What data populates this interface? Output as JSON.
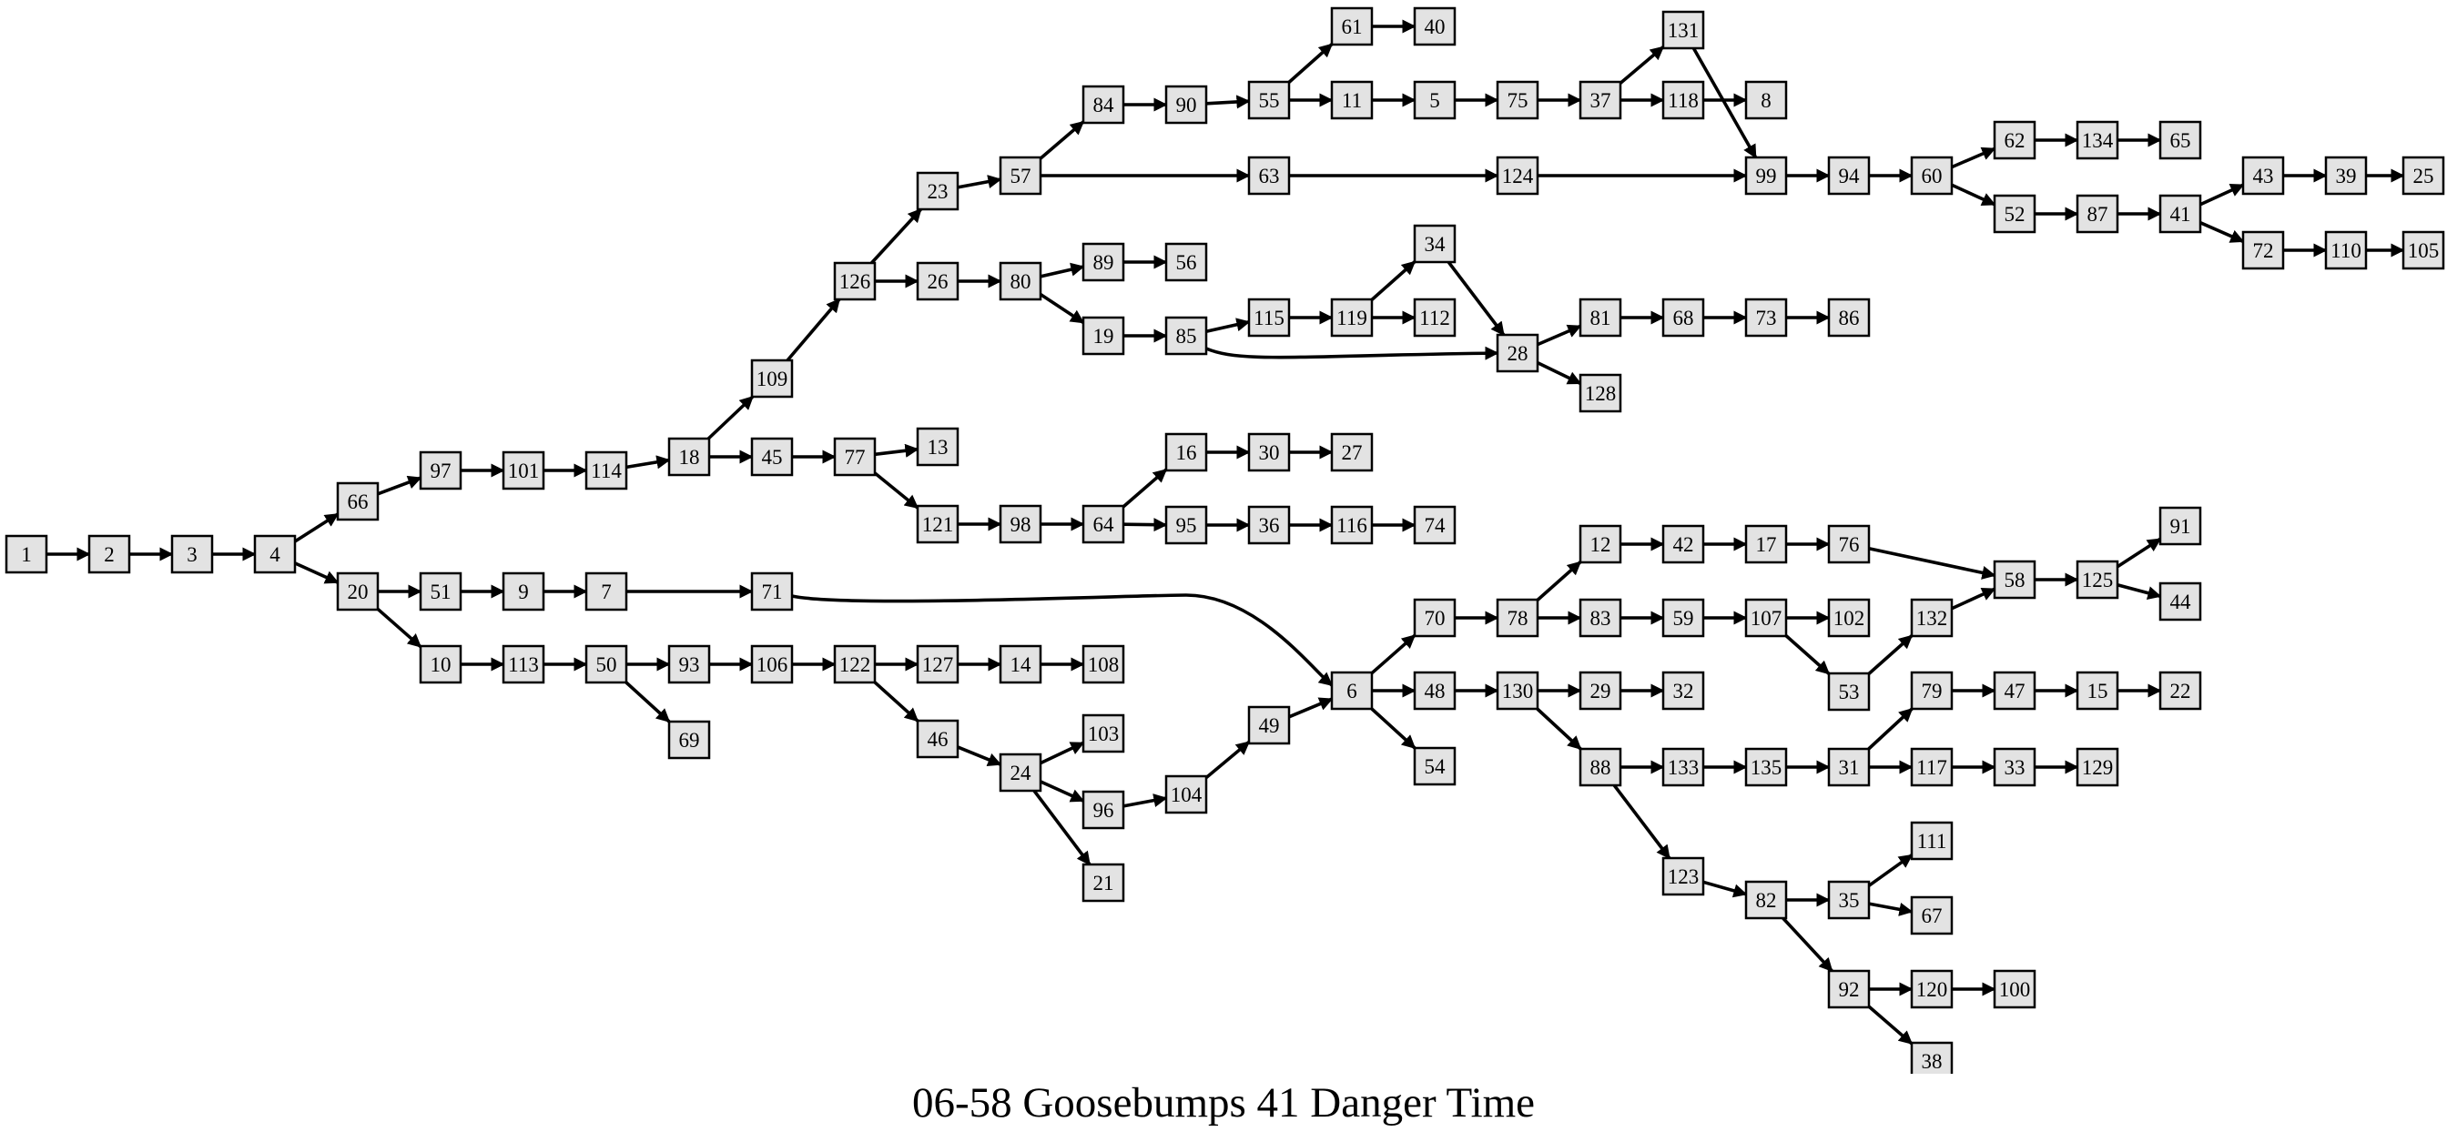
{
  "caption": "06-58 Goosebumps 41 Danger Time",
  "nodes": [
    "1",
    "2",
    "3",
    "4",
    "66",
    "20",
    "97",
    "101",
    "114",
    "18",
    "109",
    "45",
    "126",
    "23",
    "26",
    "57",
    "84",
    "90",
    "55",
    "61",
    "40",
    "11",
    "5",
    "75",
    "37",
    "131",
    "118",
    "8",
    "63",
    "124",
    "99",
    "94",
    "60",
    "62",
    "134",
    "65",
    "52",
    "87",
    "41",
    "43",
    "39",
    "25",
    "72",
    "110",
    "105",
    "80",
    "89",
    "56",
    "19",
    "85",
    "115",
    "119",
    "34",
    "112",
    "28",
    "81",
    "68",
    "73",
    "86",
    "128",
    "77",
    "13",
    "121",
    "98",
    "64",
    "16",
    "30",
    "27",
    "95",
    "36",
    "116",
    "74",
    "51",
    "9",
    "7",
    "71",
    "10",
    "113",
    "50",
    "93",
    "69",
    "106",
    "122",
    "127",
    "14",
    "108",
    "46",
    "24",
    "103",
    "96",
    "104",
    "21",
    "49",
    "6",
    "70",
    "48",
    "54",
    "78",
    "12",
    "42",
    "17",
    "76",
    "58",
    "125",
    "91",
    "44",
    "83",
    "59",
    "107",
    "102",
    "53",
    "132",
    "130",
    "29",
    "32",
    "88",
    "133",
    "135",
    "31",
    "79",
    "47",
    "15",
    "22",
    "117",
    "33",
    "129",
    "123",
    "82",
    "35",
    "111",
    "67",
    "92",
    "120",
    "100",
    "38"
  ],
  "edges": [
    [
      "1",
      "2"
    ],
    [
      "2",
      "3"
    ],
    [
      "3",
      "4"
    ],
    [
      "4",
      "66"
    ],
    [
      "4",
      "20"
    ],
    [
      "66",
      "97"
    ],
    [
      "97",
      "101"
    ],
    [
      "101",
      "114"
    ],
    [
      "114",
      "18"
    ],
    [
      "18",
      "109"
    ],
    [
      "18",
      "45"
    ],
    [
      "109",
      "126"
    ],
    [
      "126",
      "23"
    ],
    [
      "126",
      "26"
    ],
    [
      "23",
      "57"
    ],
    [
      "57",
      "84"
    ],
    [
      "57",
      "63"
    ],
    [
      "84",
      "90"
    ],
    [
      "90",
      "55"
    ],
    [
      "55",
      "61"
    ],
    [
      "55",
      "11"
    ],
    [
      "61",
      "40"
    ],
    [
      "11",
      "5"
    ],
    [
      "5",
      "75"
    ],
    [
      "75",
      "37"
    ],
    [
      "37",
      "131"
    ],
    [
      "37",
      "118"
    ],
    [
      "118",
      "8"
    ],
    [
      "131",
      "99"
    ],
    [
      "63",
      "124"
    ],
    [
      "124",
      "99"
    ],
    [
      "99",
      "94"
    ],
    [
      "94",
      "60"
    ],
    [
      "60",
      "62"
    ],
    [
      "60",
      "52"
    ],
    [
      "62",
      "134"
    ],
    [
      "134",
      "65"
    ],
    [
      "52",
      "87"
    ],
    [
      "87",
      "41"
    ],
    [
      "41",
      "43"
    ],
    [
      "41",
      "72"
    ],
    [
      "43",
      "39"
    ],
    [
      "39",
      "25"
    ],
    [
      "72",
      "110"
    ],
    [
      "110",
      "105"
    ],
    [
      "26",
      "80"
    ],
    [
      "80",
      "89"
    ],
    [
      "80",
      "19"
    ],
    [
      "89",
      "56"
    ],
    [
      "19",
      "85"
    ],
    [
      "85",
      "115"
    ],
    [
      "85",
      "28"
    ],
    [
      "115",
      "119"
    ],
    [
      "119",
      "34"
    ],
    [
      "119",
      "112"
    ],
    [
      "34",
      "28"
    ],
    [
      "28",
      "81"
    ],
    [
      "28",
      "128"
    ],
    [
      "81",
      "68"
    ],
    [
      "68",
      "73"
    ],
    [
      "73",
      "86"
    ],
    [
      "45",
      "77"
    ],
    [
      "77",
      "13"
    ],
    [
      "77",
      "121"
    ],
    [
      "121",
      "98"
    ],
    [
      "98",
      "64"
    ],
    [
      "64",
      "16"
    ],
    [
      "64",
      "95"
    ],
    [
      "16",
      "30"
    ],
    [
      "30",
      "27"
    ],
    [
      "95",
      "36"
    ],
    [
      "36",
      "116"
    ],
    [
      "116",
      "74"
    ],
    [
      "20",
      "51"
    ],
    [
      "20",
      "10"
    ],
    [
      "51",
      "9"
    ],
    [
      "9",
      "7"
    ],
    [
      "7",
      "71"
    ],
    [
      "71",
      "6"
    ],
    [
      "10",
      "113"
    ],
    [
      "113",
      "50"
    ],
    [
      "50",
      "93"
    ],
    [
      "50",
      "69"
    ],
    [
      "93",
      "106"
    ],
    [
      "106",
      "122"
    ],
    [
      "122",
      "127"
    ],
    [
      "122",
      "46"
    ],
    [
      "127",
      "14"
    ],
    [
      "14",
      "108"
    ],
    [
      "46",
      "24"
    ],
    [
      "24",
      "103"
    ],
    [
      "24",
      "96"
    ],
    [
      "24",
      "21"
    ],
    [
      "96",
      "104"
    ],
    [
      "104",
      "49"
    ],
    [
      "49",
      "6"
    ],
    [
      "6",
      "70"
    ],
    [
      "6",
      "48"
    ],
    [
      "6",
      "54"
    ],
    [
      "70",
      "78"
    ],
    [
      "78",
      "12"
    ],
    [
      "78",
      "83"
    ],
    [
      "12",
      "42"
    ],
    [
      "42",
      "17"
    ],
    [
      "17",
      "76"
    ],
    [
      "76",
      "58"
    ],
    [
      "58",
      "125"
    ],
    [
      "125",
      "91"
    ],
    [
      "125",
      "44"
    ],
    [
      "83",
      "59"
    ],
    [
      "59",
      "107"
    ],
    [
      "107",
      "102"
    ],
    [
      "107",
      "53"
    ],
    [
      "53",
      "132"
    ],
    [
      "132",
      "58"
    ],
    [
      "48",
      "130"
    ],
    [
      "130",
      "29"
    ],
    [
      "130",
      "88"
    ],
    [
      "29",
      "32"
    ],
    [
      "88",
      "133"
    ],
    [
      "88",
      "123"
    ],
    [
      "133",
      "135"
    ],
    [
      "135",
      "31"
    ],
    [
      "31",
      "79"
    ],
    [
      "31",
      "117"
    ],
    [
      "79",
      "47"
    ],
    [
      "47",
      "15"
    ],
    [
      "15",
      "22"
    ],
    [
      "117",
      "33"
    ],
    [
      "33",
      "129"
    ],
    [
      "123",
      "82"
    ],
    [
      "82",
      "35"
    ],
    [
      "82",
      "92"
    ],
    [
      "35",
      "111"
    ],
    [
      "35",
      "67"
    ],
    [
      "92",
      "120"
    ],
    [
      "92",
      "38"
    ],
    [
      "120",
      "100"
    ]
  ]
}
